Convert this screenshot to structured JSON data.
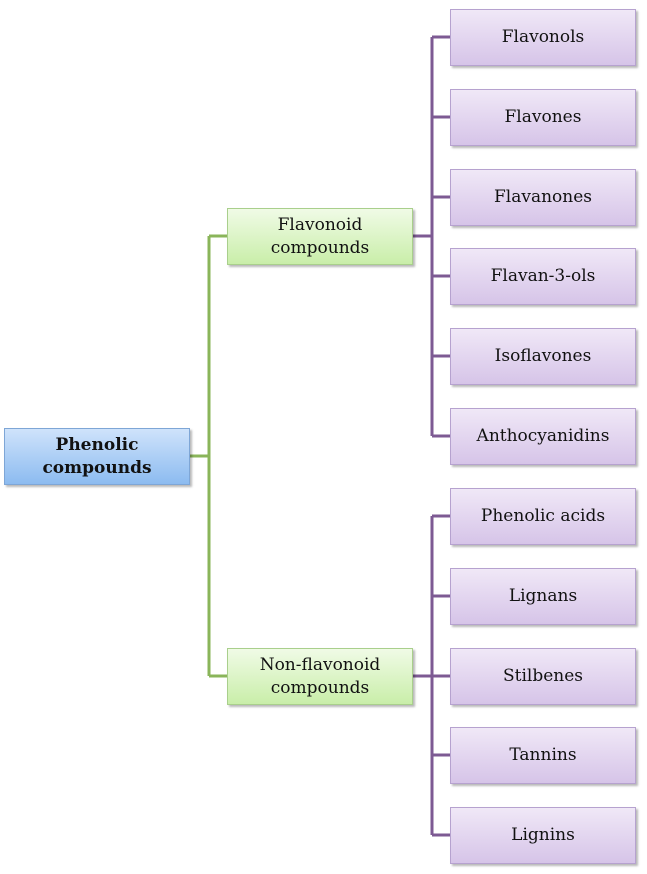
{
  "root": {
    "line1": "Phenolic",
    "line2": "compounds"
  },
  "groups": [
    {
      "line1": "Flavonoid",
      "line2": "compounds",
      "children": [
        "Flavonols",
        "Flavones",
        "Flavanones",
        "Flavan-3-ols",
        "Isoflavones",
        "Anthocyanidins"
      ]
    },
    {
      "line1": "Non-flavonoid",
      "line2": "compounds",
      "children": [
        "Phenolic acids",
        "Lignans",
        "Stilbenes",
        "Tannins",
        "Lignins"
      ]
    }
  ],
  "colors": {
    "green_connector": "#8ab55a",
    "purple_connector": "#7d5a93"
  }
}
